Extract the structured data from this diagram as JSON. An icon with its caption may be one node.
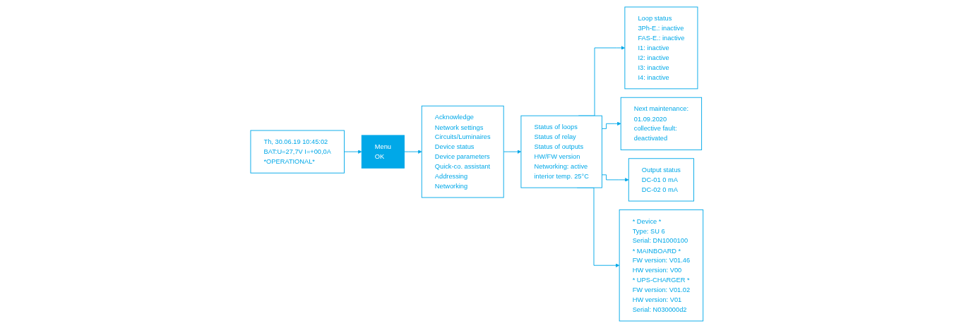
{
  "diagram": {
    "nodes": [
      {
        "text": [
          "Th, 30.06.19 10:45:02",
          "BAT:U=27,7V I=+00,0A",
          "*OPERATIONAL*"
        ]
      },
      {
        "text": [
          "Menu",
          "OK"
        ]
      },
      {
        "text": [
          "Acknowledge",
          "Network settings",
          "Circuits/Luminaires",
          "Device status",
          "Device parameters",
          "Quick-co. assistant",
          "Addressing",
          "Networking"
        ]
      },
      {
        "text": [
          "Status of loops",
          "Status of relay",
          "Status of outputs",
          "HW/FW version",
          "Networking: active",
          "interior temp. 25°C"
        ]
      },
      {
        "text": [
          "Loop status",
          "3Ph-E.: inactive",
          "FAS-E.: inactive",
          "I1: inactive",
          "I2: inactive",
          "I3: inactive",
          "I4: inactive"
        ]
      },
      {
        "text": [
          "Next maintenance:",
          "01.09.2020",
          "collective fault:",
          "deactivated"
        ]
      },
      {
        "text": [
          "Output status",
          "DC-01 0 mA",
          "DC-02 0 mA"
        ]
      },
      {
        "text": [
          "* Device *",
          "Type: SU 6",
          "Serial: DN1000100",
          "* MAINBOARD *",
          "FW version: V01.46",
          "HW version: V00",
          "* UPS-CHARGER *",
          "FW version: V01.02",
          "HW version: V01",
          "Serial: N030000d2"
        ]
      }
    ],
    "edges": [
      {
        "from": 0,
        "to": 1,
        "arrow": "to"
      },
      {
        "from": 1,
        "to": 2,
        "arrow": "to"
      },
      {
        "from": 2,
        "to": 3,
        "arrow": "to"
      },
      {
        "from": 3,
        "to": 4,
        "arrow": "to"
      },
      {
        "from": 3,
        "to": 5,
        "arrow": "to"
      },
      {
        "from": 3,
        "to": 6,
        "arrow": "to"
      },
      {
        "from": 3,
        "to": 7,
        "arrow": "to"
      }
    ]
  }
}
